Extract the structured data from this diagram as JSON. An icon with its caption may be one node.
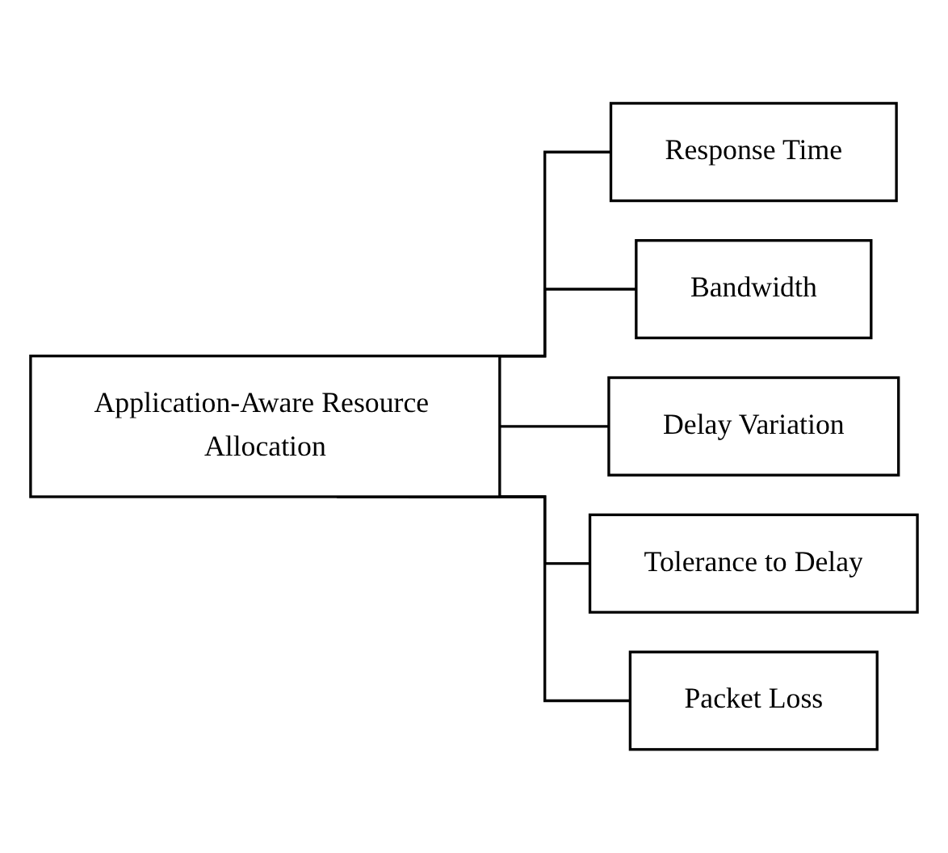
{
  "diagram": {
    "nodes": [
      {
        "text": [
          "Application-Aware Resource Allocation"
        ]
      },
      {
        "text": [
          "Response Time"
        ]
      },
      {
        "text": [
          "Bandwidth"
        ]
      },
      {
        "text": [
          "Delay Variation"
        ]
      },
      {
        "text": [
          "Tolerance to Delay"
        ]
      },
      {
        "text": [
          "Packet Loss"
        ]
      }
    ],
    "edges": [
      {
        "from": 0,
        "to": 1,
        "arrow": "none"
      },
      {
        "from": 0,
        "to": 2,
        "arrow": "none"
      },
      {
        "from": 0,
        "to": 3,
        "arrow": "none"
      },
      {
        "from": 0,
        "to": 4,
        "arrow": "none"
      },
      {
        "from": 0,
        "to": 5,
        "arrow": "none"
      }
    ]
  }
}
